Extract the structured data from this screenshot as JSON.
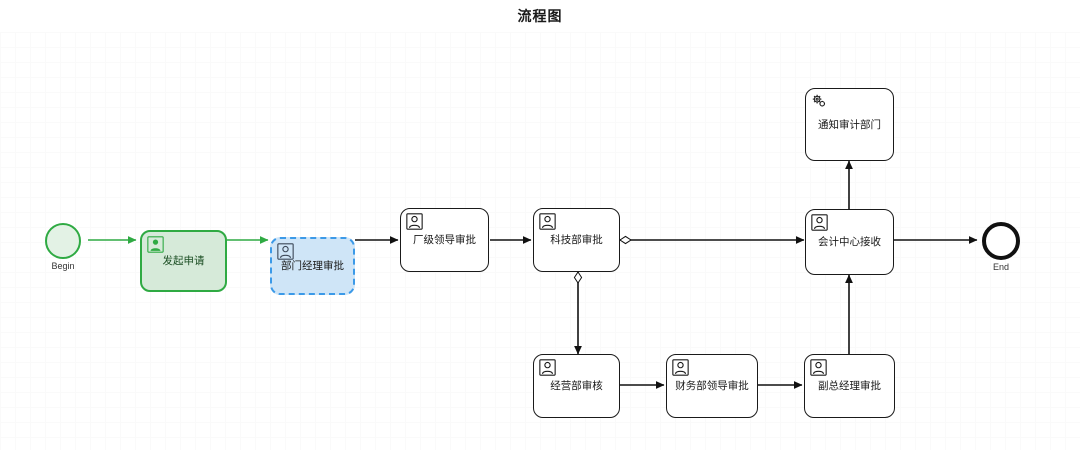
{
  "diagram": {
    "title": "流程图",
    "canvas": {
      "grid": "on",
      "background_color": "#ffffff",
      "minor_grid_color": "#fafafa",
      "major_grid_color": "#ededed"
    },
    "colors": {
      "default_stroke": "#1a1a1a",
      "default_fill": "#ffffff",
      "completed_stroke": "#2faa43",
      "completed_fill": "#d6ead9",
      "selected_stroke": "#3c9ae8",
      "selected_fill": "#cfe5f7",
      "edge_stroke": "#1a1a1a",
      "green_edge_stroke": "#2faa43"
    },
    "events": [
      {
        "id": "begin",
        "label": "Begin",
        "type": "start-event",
        "state": "completed"
      },
      {
        "id": "end",
        "label": "End",
        "type": "end-event",
        "state": "default"
      }
    ],
    "nodes": [
      {
        "id": "n1",
        "label": "发起申请",
        "icon": "user-task-icon",
        "state": "completed"
      },
      {
        "id": "n2",
        "label": "部门经理审批",
        "icon": "user-task-icon",
        "state": "selected"
      },
      {
        "id": "n3",
        "label": "厂级领导审批",
        "icon": "user-task-icon",
        "state": "default"
      },
      {
        "id": "n4",
        "label": "科技部审批",
        "icon": "user-task-icon",
        "state": "default"
      },
      {
        "id": "n5",
        "label": "通知审计部门",
        "icon": "service-task-icon",
        "state": "default"
      },
      {
        "id": "n6",
        "label": "会计中心接收",
        "icon": "user-task-icon",
        "state": "default"
      },
      {
        "id": "n7",
        "label": "经营部审核",
        "icon": "user-task-icon",
        "state": "default"
      },
      {
        "id": "n8",
        "label": "财务部领导审批",
        "icon": "user-task-icon",
        "state": "default"
      },
      {
        "id": "n9",
        "label": "副总经理审批",
        "icon": "user-task-icon",
        "state": "default"
      }
    ],
    "edges": [
      {
        "from": "begin",
        "to": "n1",
        "style": "green",
        "conditional": false
      },
      {
        "from": "n1",
        "to": "n2",
        "style": "green",
        "conditional": false
      },
      {
        "from": "n2",
        "to": "n3",
        "style": "default",
        "conditional": false
      },
      {
        "from": "n3",
        "to": "n4",
        "style": "default",
        "conditional": false
      },
      {
        "from": "n4",
        "to": "n6",
        "style": "default",
        "conditional": true
      },
      {
        "from": "n4",
        "to": "n7",
        "style": "default",
        "conditional": true
      },
      {
        "from": "n7",
        "to": "n8",
        "style": "default",
        "conditional": false
      },
      {
        "from": "n8",
        "to": "n9",
        "style": "default",
        "conditional": false
      },
      {
        "from": "n9",
        "to": "n6",
        "style": "default",
        "conditional": false
      },
      {
        "from": "n6",
        "to": "n5",
        "style": "default",
        "conditional": false
      },
      {
        "from": "n6",
        "to": "end",
        "style": "default",
        "conditional": false
      }
    ]
  }
}
